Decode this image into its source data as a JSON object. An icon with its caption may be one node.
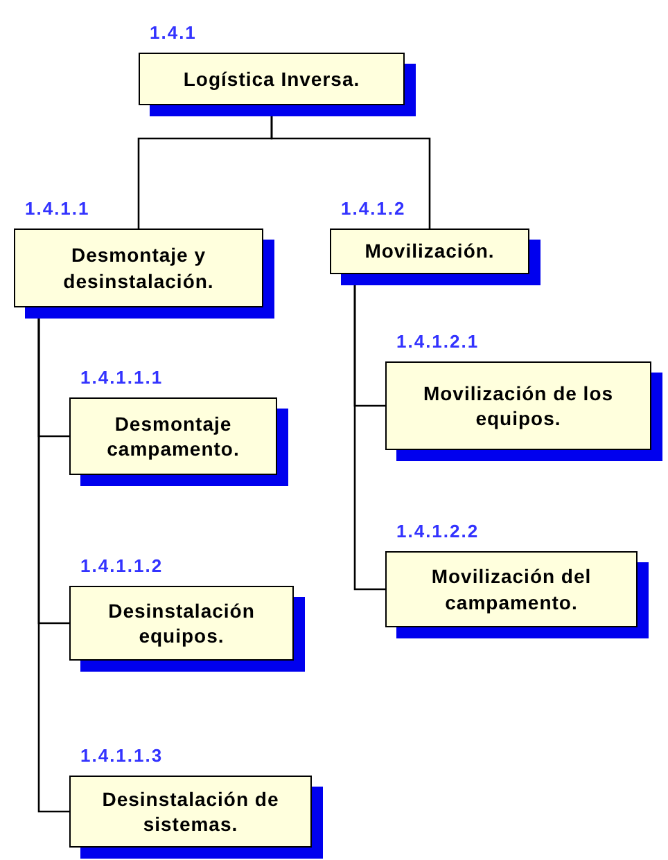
{
  "diagram": {
    "nodes": [
      {
        "text": [
          "Logística Inversa."
        ],
        "beside": [
          "1.4.1"
        ]
      },
      {
        "text": [
          "Desmontaje y desinstalación."
        ],
        "beside": [
          "1.4.1.1"
        ]
      },
      {
        "text": [
          "Desmontaje campamento."
        ],
        "beside": [
          "1.4.1.1.1"
        ]
      },
      {
        "text": [
          "Desinstalación equipos."
        ],
        "beside": [
          "1.4.1.1.2"
        ]
      },
      {
        "text": [
          "Desinstalación de sistemas."
        ],
        "beside": [
          "1.4.1.1.3"
        ]
      },
      {
        "text": [
          "Movilización."
        ],
        "beside": [
          "1.4.1.2"
        ]
      },
      {
        "text": [
          "Movilización de los equipos."
        ],
        "beside": [
          "1.4.1.2.1"
        ]
      },
      {
        "text": [
          "Movilización del campamento."
        ],
        "beside": [
          "1.4.1.2.2"
        ]
      }
    ],
    "edges": [
      {
        "from": 0,
        "to": 1,
        "arrow": "none"
      },
      {
        "from": 0,
        "to": 5,
        "arrow": "none"
      },
      {
        "from": 1,
        "to": 2,
        "arrow": "none"
      },
      {
        "from": 1,
        "to": 3,
        "arrow": "none"
      },
      {
        "from": 1,
        "to": 4,
        "arrow": "none"
      },
      {
        "from": 5,
        "to": 6,
        "arrow": "none"
      },
      {
        "from": 5,
        "to": 7,
        "arrow": "none"
      }
    ]
  }
}
